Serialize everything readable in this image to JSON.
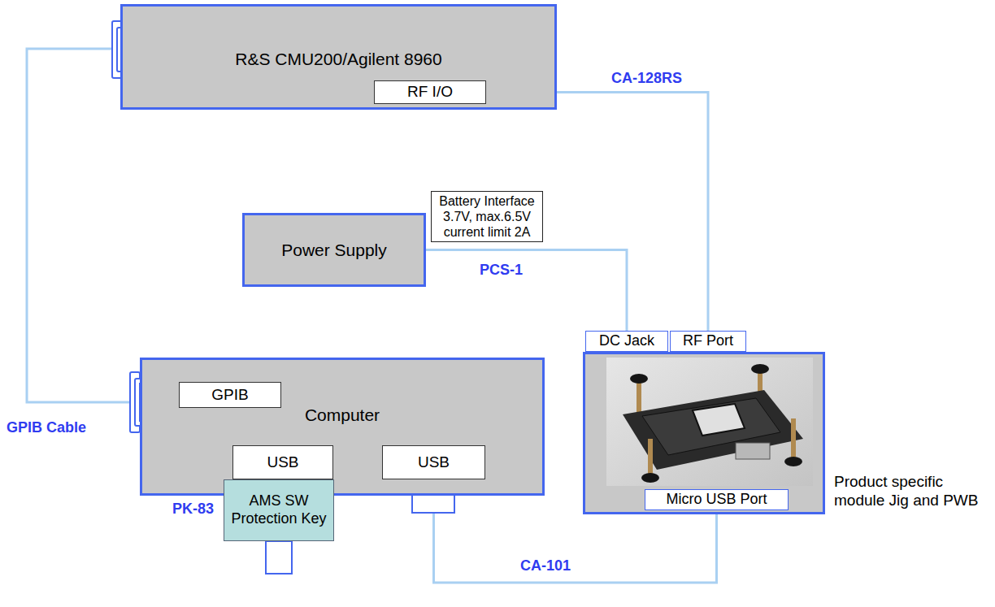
{
  "diagram": {
    "nodes": [
      {
        "text": [
          "R&S CMU200/Agilent 8960"
        ]
      },
      {
        "text": [
          "RF I/O"
        ],
        "in": 0
      },
      {
        "text": [
          "Battery Interface 3.7V, max.6.5V current limit 2A"
        ]
      },
      {
        "text": [
          "Power Supply"
        ]
      },
      {
        "text": [
          "DC Jack"
        ]
      },
      {
        "text": [
          "RF Port"
        ]
      },
      {
        "text": [
          "Computer"
        ]
      },
      {
        "text": [
          "GPIB"
        ],
        "in": 6
      },
      {
        "text": [
          "USB"
        ],
        "in": 6
      },
      {
        "text": [
          "USB"
        ],
        "in": 6
      },
      {
        "text": [
          "Product specific module Jig and PWB"
        ]
      },
      {
        "text": [
          "Micro USB Port"
        ],
        "in": 10
      },
      {
        "text": [
          "AMS SW Protection Key"
        ]
      }
    ],
    "edges": [
      {
        "from": 0,
        "to": 6,
        "label": "GPIB Cable",
        "arrow": "none"
      },
      {
        "from": 1,
        "to": 5,
        "label": "CA-128RS",
        "arrow": "none"
      },
      {
        "from": 3,
        "to": 4,
        "label": "PCS-1",
        "arrow": "none"
      },
      {
        "from": 9,
        "to": 11,
        "label": "CA-101",
        "arrow": "none"
      }
    ],
    "labels": [
      "PK-83"
    ]
  }
}
